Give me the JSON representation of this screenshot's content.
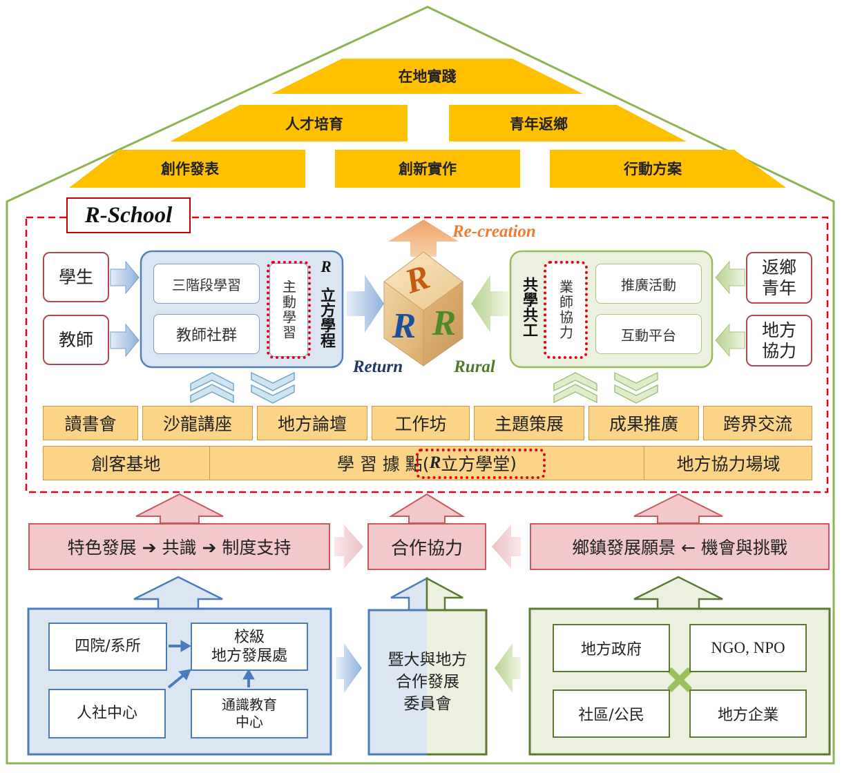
{
  "roof": {
    "top": "在地實踐",
    "row2": [
      "人才培育",
      "青年返鄉"
    ],
    "row3": [
      "創作發表",
      "創新實作",
      "行動方案"
    ]
  },
  "rschool": {
    "title": "R-School",
    "left_inputs": [
      "學生",
      "教師"
    ],
    "left_panel": {
      "items": [
        "三階段學習",
        "教師社群"
      ],
      "vertical": "主動學習",
      "r_label": "R",
      "side_label": "立方學程"
    },
    "cube": {
      "top_letter": "R",
      "left_letter": "R",
      "right_letter": "R",
      "top_label": "Re-creation",
      "left_label": "Return",
      "right_label": "Rural"
    },
    "right_panel": {
      "side_label": "共學共工",
      "vertical": "業師協力",
      "items": [
        "推廣活動",
        "互動平台"
      ]
    },
    "right_inputs": [
      "返鄉青年",
      "地方協力"
    ],
    "activities": [
      "讀書會",
      "沙龍講座",
      "地方論壇",
      "工作坊",
      "主題策展",
      "成果推廣",
      "跨界交流"
    ],
    "bases": {
      "left": "創客基地",
      "center_prefix": "學 習 據 點(",
      "center_r": "R",
      "center_main": "立方學堂",
      "center_suffix": ")",
      "right": "地方協力場域"
    }
  },
  "middle": {
    "left": "特色發展 ➔ 共識 ➔ 制度支持",
    "center": "合作協力",
    "right": "鄉鎮發展願景 ← 機會與挑戰"
  },
  "bottom": {
    "left": {
      "dept": "四院/系所",
      "school_office": "校級\n地方發展處",
      "humanities": "人社中心",
      "general_ed": "通識教育\n中心"
    },
    "center": "暨大與地方\n合作發展\n委員會",
    "right": {
      "gov": "地方政府",
      "ngo": "NGO, NPO",
      "community": "社區/公民",
      "enterprise": "地方企業"
    }
  },
  "colors": {
    "roof_fill": "#ffc000",
    "house_outline": "#8db353",
    "rschool_border": "#e60012",
    "blue_panel": "#dce6f2",
    "green_panel": "#ebf1de",
    "activity_fill": "#fbd487",
    "pink_fill": "#f2c8ca",
    "return_color": "#1f3864",
    "rural_color": "#4f7a28",
    "recreation_color": "#ed7d31"
  }
}
